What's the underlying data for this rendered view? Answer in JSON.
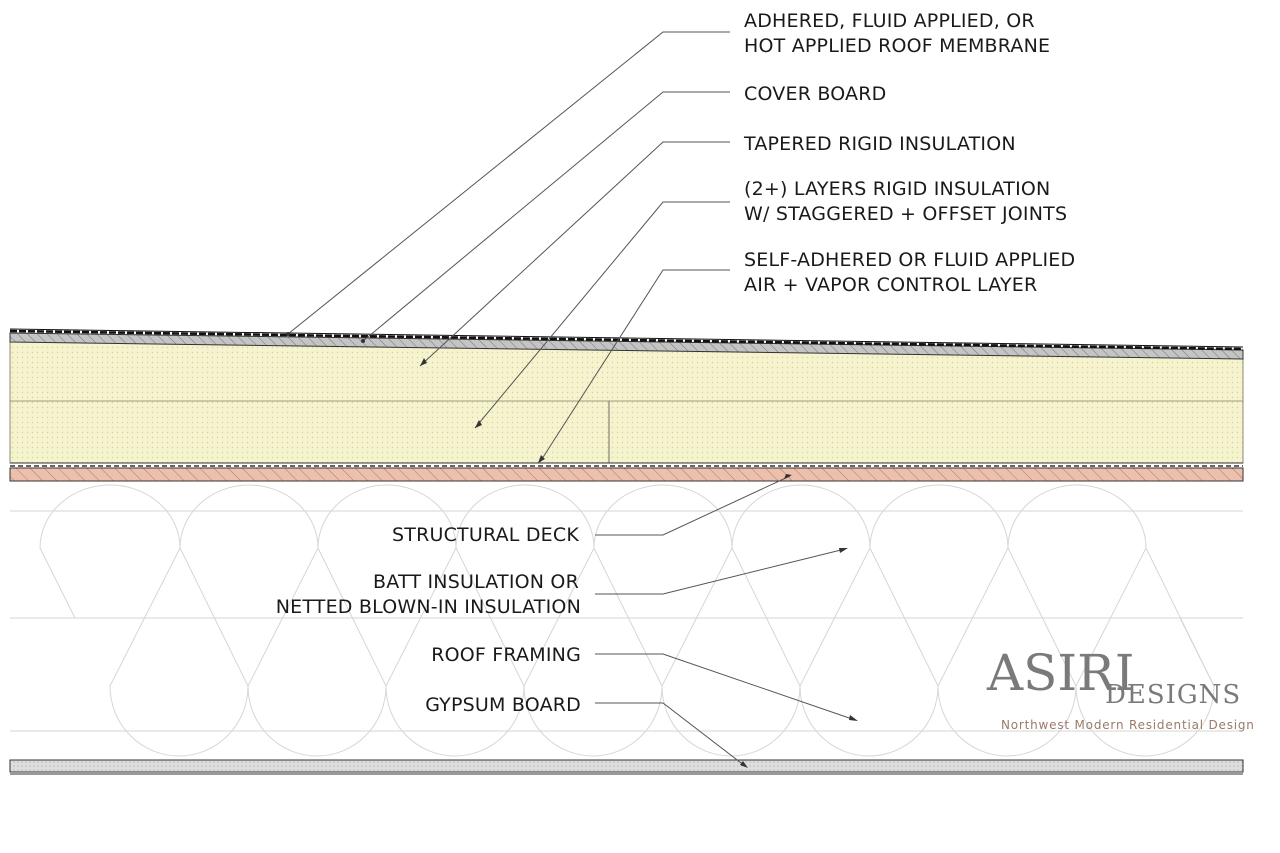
{
  "labels": {
    "membrane_1": "ADHERED, FLUID APPLIED, OR",
    "membrane_2": "HOT APPLIED ROOF MEMBRANE",
    "cover_board": "COVER BOARD",
    "tapered": "TAPERED RIGID INSULATION",
    "layers_1": "(2+) LAYERS RIGID INSULATION",
    "layers_2": "W/ STAGGERED + OFFSET JOINTS",
    "avcl_1": "SELF-ADHERED OR FLUID APPLIED",
    "avcl_2": "AIR + VAPOR CONTROL LAYER",
    "deck": "STRUCTURAL DECK",
    "batt_1": "BATT INSULATION OR",
    "batt_2": "NETTED BLOWN-IN INSULATION",
    "framing": "ROOF FRAMING",
    "gypsum": "GYPSUM BOARD"
  },
  "branding": {
    "name": "ASIRI",
    "designs": "DESIGNS",
    "tagline": "Northwest Modern Residential Design"
  },
  "colors": {
    "insulation": "#f6f3cf",
    "deck": "#e9b8a4",
    "cover_board": "#bdbdbd",
    "gypsum": "#dcdcdc"
  }
}
